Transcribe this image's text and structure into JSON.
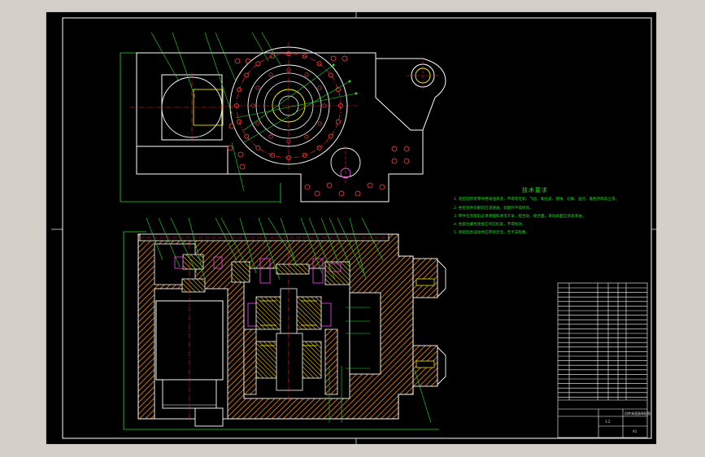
{
  "title": "机械装配图",
  "notes": {
    "title": "技术要求",
    "lines": [
      "1. 装配前所有零件用煤油清洗，不得有毛刺、飞边、氧化皮、锈蚀、切屑、油污、着色剂和灰尘等。",
      "2. 各密封件装配前应浸透油，装配时不得损伤。",
      "3. 零件在装配前必须清理和清洗干净，配合处、接合面、滑动表面应涂润滑油。",
      "4. 各部位螺栓连接应均匀拧紧，不得松动。",
      "5. 装配后各运动件应转动灵活，无卡滞现象。"
    ]
  },
  "title_block": {
    "drawing_name": "回转减速器装配图",
    "scale_label": "1:2",
    "sheet_label": "A1"
  },
  "colors": {
    "background": "#000000",
    "outline": "#ffffff",
    "hatch": "#ff8c00",
    "red": "#ff2020",
    "green": "#22dd22",
    "yellow": "#f0f000",
    "magenta": "#ff40ff",
    "cyan": "#40e0ff"
  }
}
